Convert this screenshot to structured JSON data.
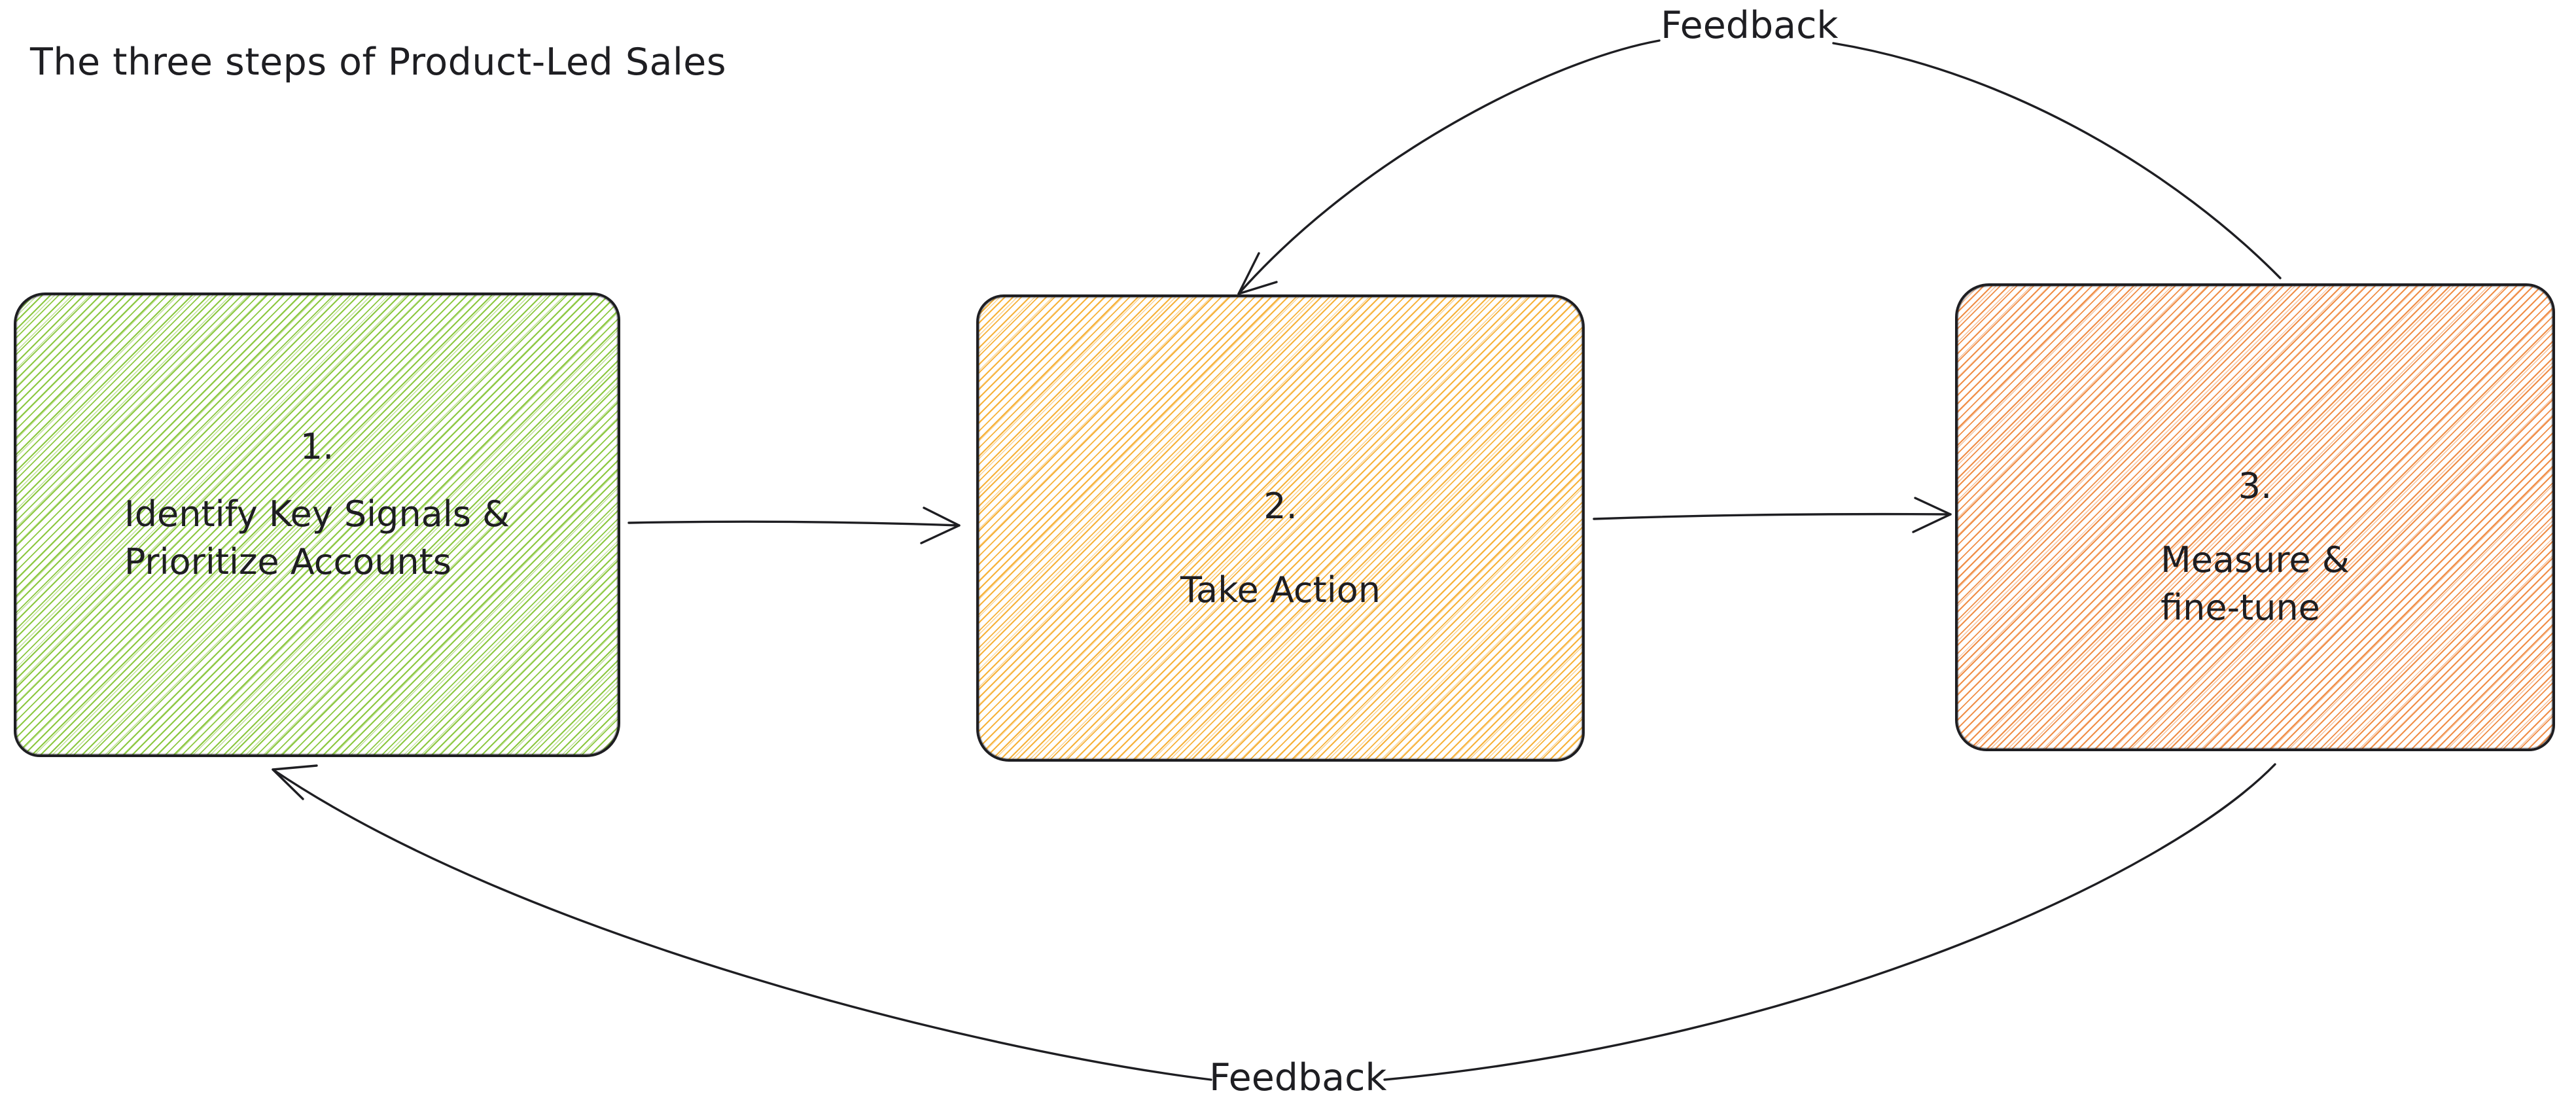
{
  "title": "The three steps of Product-Led Sales",
  "colors": {
    "ink": "#1e1e22",
    "green": "#8cc841",
    "yellow": "#f7b23a",
    "orange": "#f08e47"
  },
  "boxes": [
    {
      "id": "identify-key-signals",
      "number": "1.",
      "lines": [
        "Identify Key Signals &",
        "Prioritize Accounts"
      ],
      "fill_color_name": "green"
    },
    {
      "id": "take-action",
      "number": "2.",
      "lines": [
        "Take Action"
      ],
      "fill_color_name": "yellow"
    },
    {
      "id": "measure-fine-tune",
      "number": "3.",
      "lines": [
        "Measure &",
        "fine-tune"
      ],
      "fill_color_name": "orange"
    }
  ],
  "labels": {
    "feedback_top": "Feedback",
    "feedback_bottom": "Feedback"
  }
}
